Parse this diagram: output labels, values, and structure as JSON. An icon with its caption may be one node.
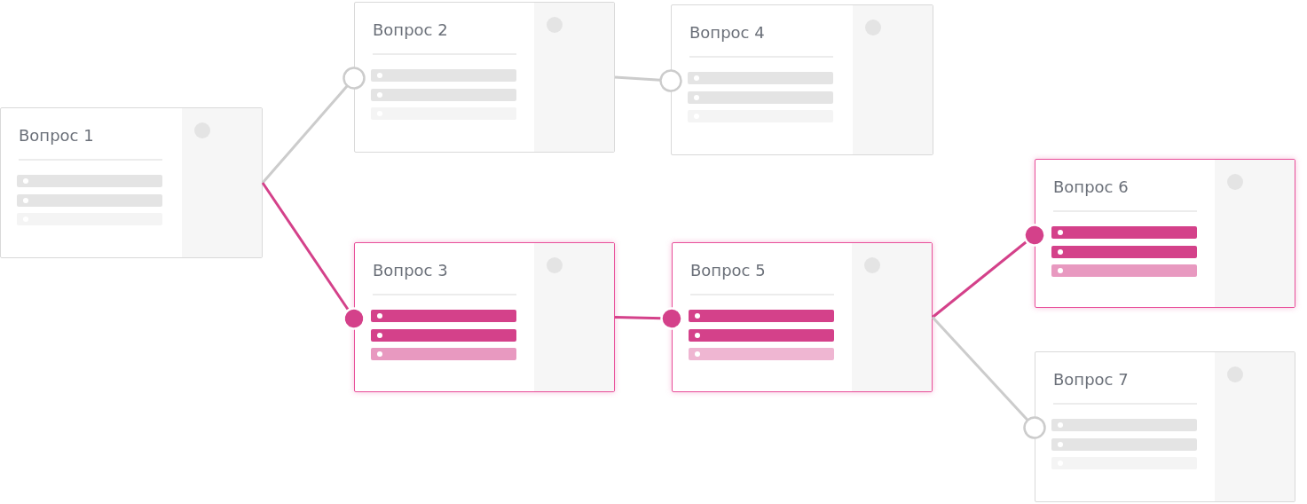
{
  "diagram": {
    "nodes": [
      {
        "text": [
          "Вопрос 1"
        ]
      },
      {
        "text": [
          "Вопрос 2"
        ]
      },
      {
        "text": [
          "Вопрос 3"
        ]
      },
      {
        "text": [
          "Вопрос 4"
        ]
      },
      {
        "text": [
          "Вопрос 5"
        ]
      },
      {
        "text": [
          "Вопрос 6"
        ]
      },
      {
        "text": [
          "Вопрос 7"
        ]
      }
    ],
    "edges": [
      {
        "from": 0,
        "to": 1,
        "arrow": "other",
        "color": "#cccccc"
      },
      {
        "from": 0,
        "to": 2,
        "arrow": "other",
        "color": "#d4418a"
      },
      {
        "from": 1,
        "to": 3,
        "arrow": "other",
        "color": "#cccccc"
      },
      {
        "from": 2,
        "to": 4,
        "arrow": "other",
        "color": "#d4418a"
      },
      {
        "from": 4,
        "to": 5,
        "arrow": "other",
        "color": "#d4418a"
      },
      {
        "from": 4,
        "to": 6,
        "arrow": "other",
        "color": "#cccccc"
      }
    ]
  }
}
